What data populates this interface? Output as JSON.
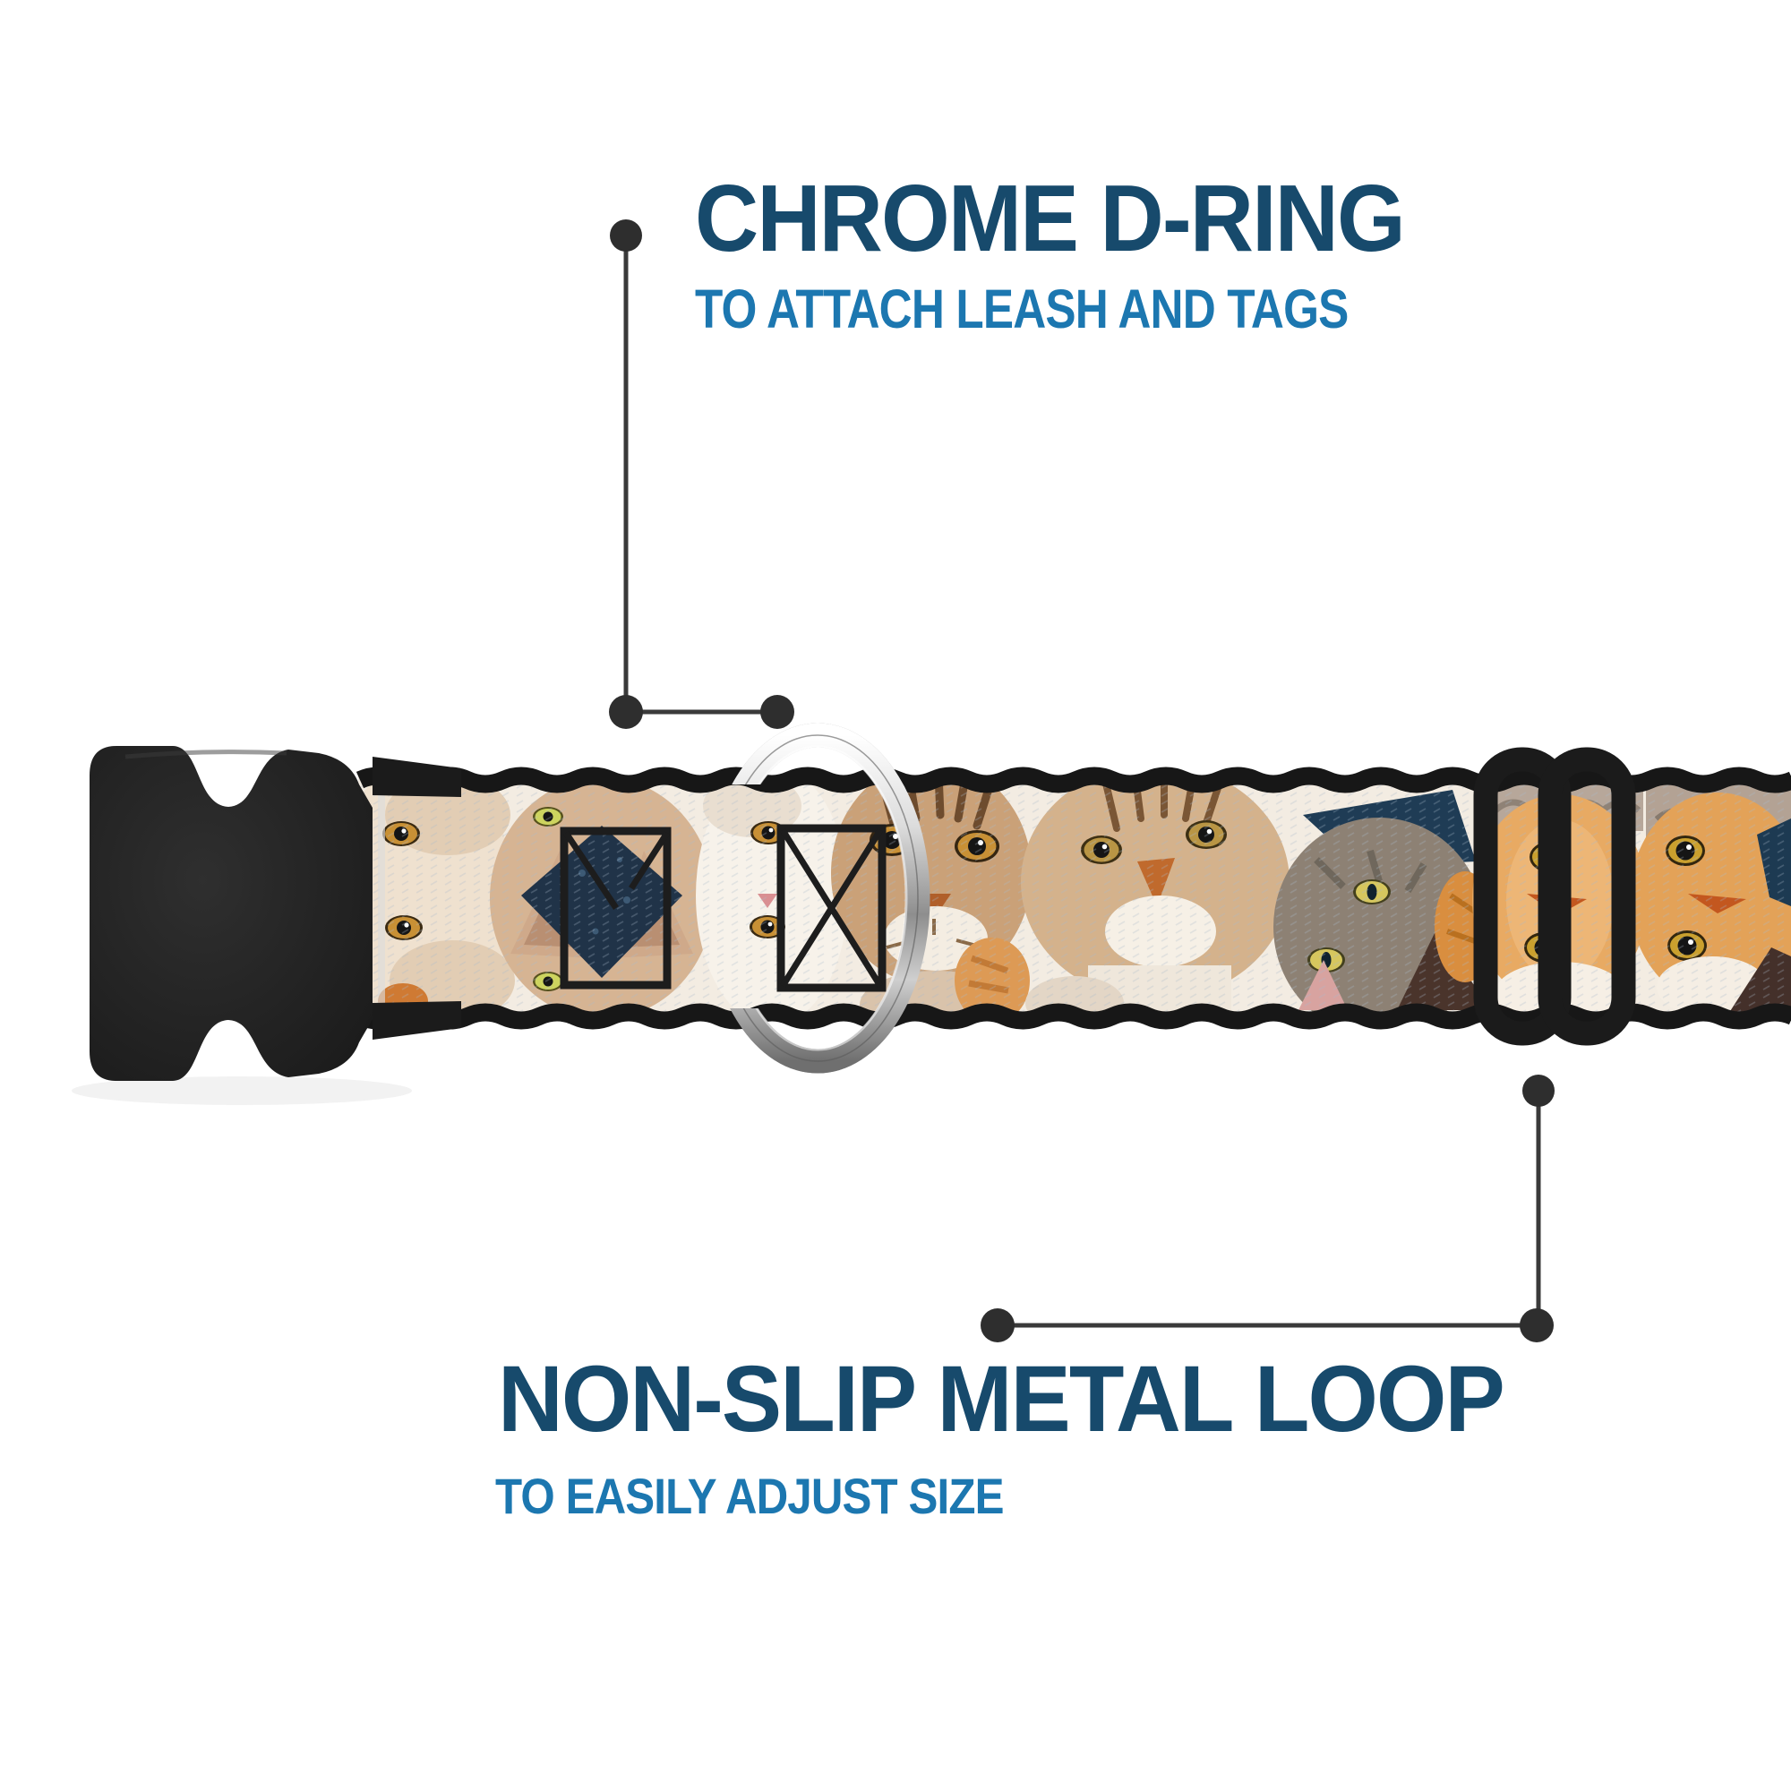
{
  "page": {
    "background": "#ffffff"
  },
  "callouts": {
    "dring": {
      "title": "CHROME D-RING",
      "subtitle": "TO ATTACH LEASH AND TAGS"
    },
    "metal_loop": {
      "title": "NON-SLIP METAL LOOP",
      "subtitle": "TO EASILY ADJUST SIZE"
    }
  },
  "product_parts": [
    {
      "name": "side-release-buckle"
    },
    {
      "name": "chrome-d-ring"
    },
    {
      "name": "non-slip-metal-loop"
    },
    {
      "name": "cat-pattern-webbing"
    }
  ],
  "colors": {
    "page_bg": "#ffffff",
    "title_text": "#174a6c",
    "subtitle_text": "#1c77b0",
    "callout_line": "#3a3a3a",
    "callout_dot": "#2e2e2e",
    "buckle_black": "#222222",
    "slider_black": "#1b1b1b",
    "webbing_edge": "#171717",
    "webbing_base": "#f3ece2",
    "chrome_light": "#fafafa",
    "chrome_mid": "#b5b5b5",
    "chrome_dark": "#6f6f6f",
    "fur_cream": "#efe1cf",
    "fur_tan": "#d6b493",
    "fur_tabby": "#caa178",
    "fur_orange": "#e8aa63",
    "fur_gray": "#8d8174",
    "mask_navy": "#203348",
    "eye_amber": "#c89035",
    "eye_yellow_green": "#cdd45f",
    "nose_pink": "#d98f92"
  }
}
